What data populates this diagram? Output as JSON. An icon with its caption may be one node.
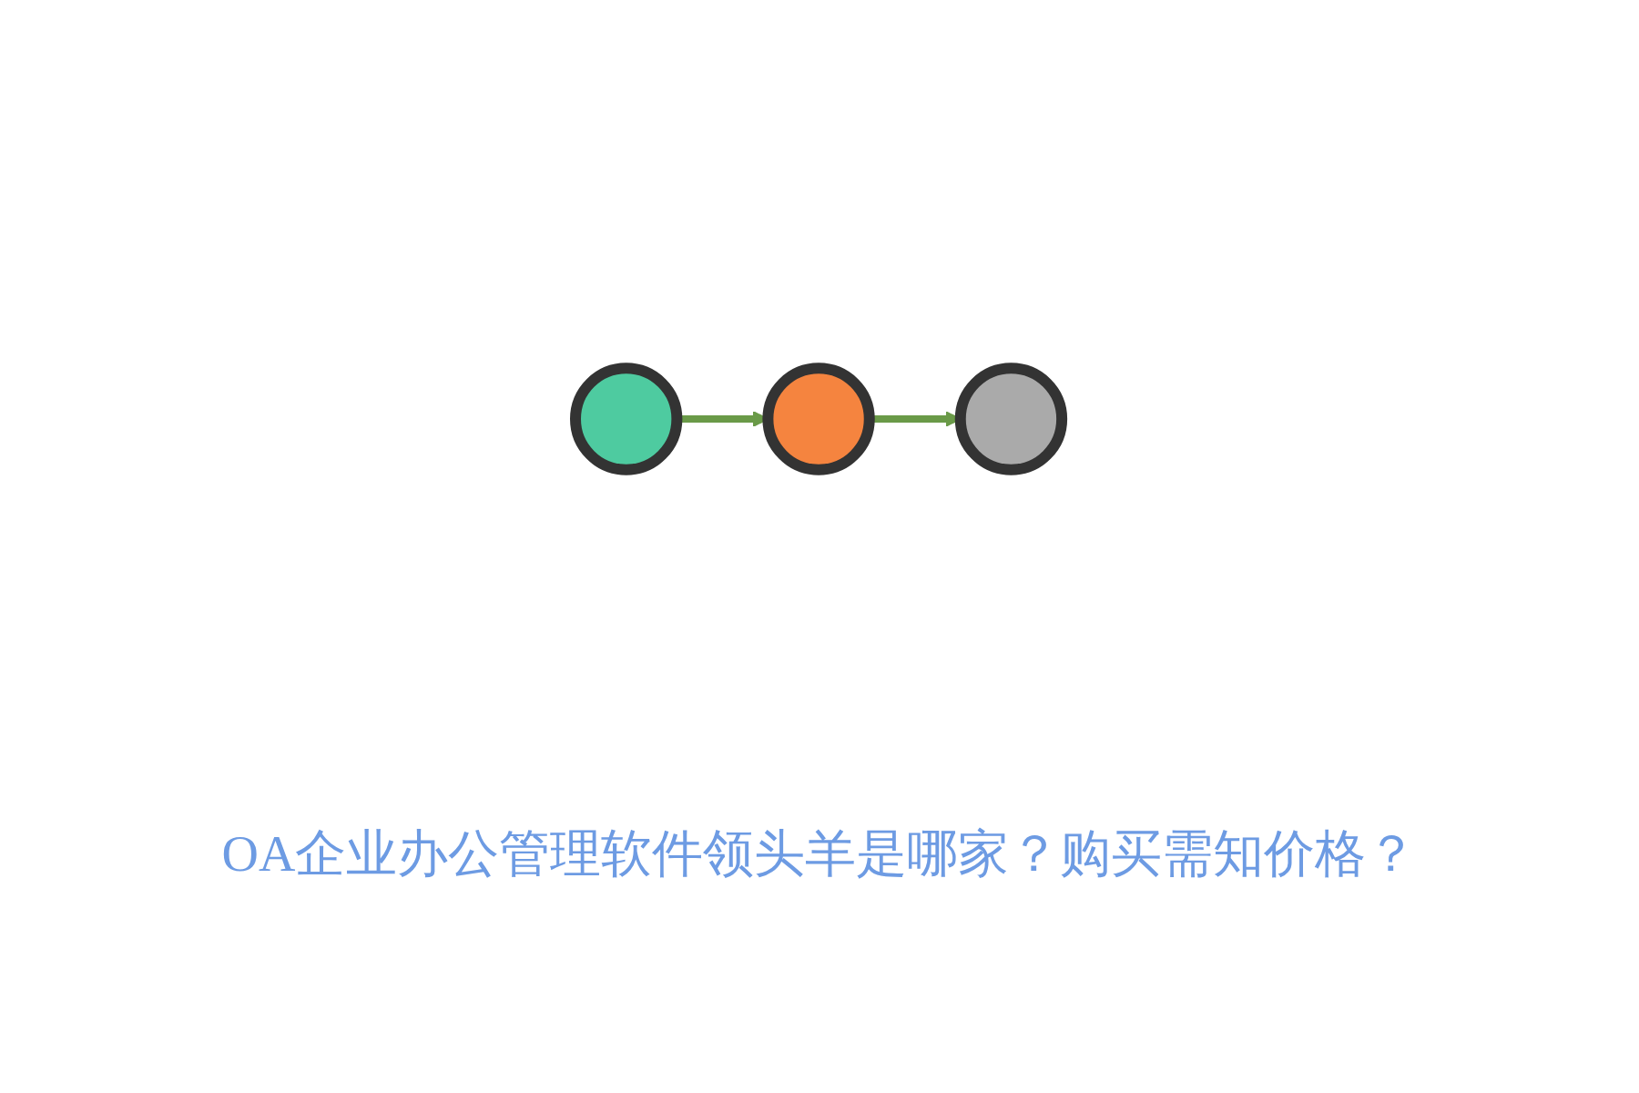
{
  "diagram": {
    "caption": "OA企业办公管理软件领头羊是哪家？购买需知价格？",
    "nodes": [
      {
        "text": [],
        "shape": "circle"
      },
      {
        "text": [],
        "shape": "circle"
      },
      {
        "text": [],
        "shape": "circle"
      }
    ],
    "edges": [
      {
        "from": 0,
        "to": 1,
        "arrow": "to"
      },
      {
        "from": 1,
        "to": 2,
        "arrow": "to"
      }
    ]
  }
}
